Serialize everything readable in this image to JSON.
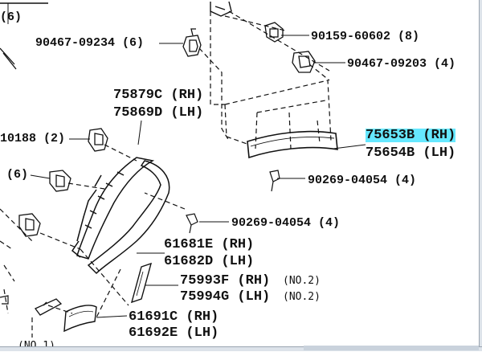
{
  "labels": {
    "top_left_partial": "(6)",
    "p_90467_09234": "90467-09234 (6)",
    "p_90159_60602": "90159-60602 (8)",
    "p_90467_09203": "90467-09203 (4)",
    "p_75879C": "75879C (RH)",
    "p_75869D": "75869D (LH)",
    "p_10188": "10188 (2)",
    "p_75653B": "75653B (RH)",
    "p_75654B": "75654B (LH)",
    "p_left6": "(6)",
    "p_90269_a": "90269-04054 (4)",
    "p_90269_b": "90269-04054 (4)",
    "p_61681E": "61681E (RH)",
    "p_61682D": "61682D (LH)",
    "p_75993F": "75993F (RH)",
    "p_75994G": "75994G (LH)",
    "note_no2_a": "(NO.2)",
    "note_no2_b": "(NO.2)",
    "p_61691C": "61691C (RH)",
    "p_61692E": "61692E (LH)",
    "bottom_left_partial": "(NO.1)"
  },
  "highlight_color": "#66e8ff"
}
